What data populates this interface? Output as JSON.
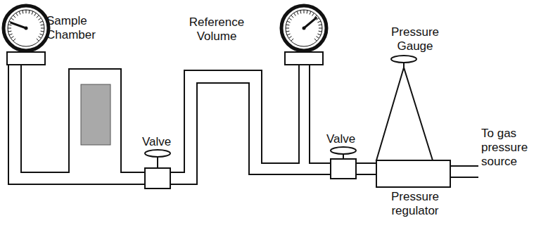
{
  "diagram": {
    "labels": [
      "Sample Chamber",
      "Reference Volume",
      "Valve",
      "Valve",
      "Pressure Gauge",
      "To gas pressure source",
      "Pressure regulator"
    ]
  }
}
